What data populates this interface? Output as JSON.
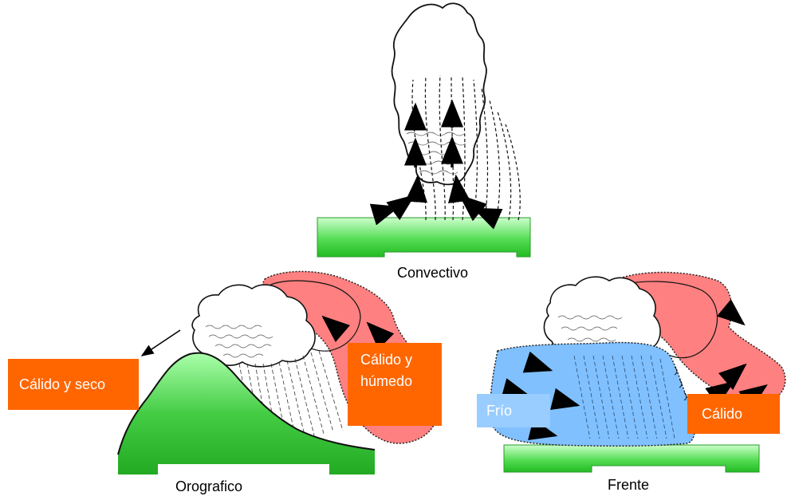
{
  "labels": {
    "convective": "Convectivo",
    "orographic": "Orografico",
    "front": "Frente",
    "warm_dry": "Cálido y seco",
    "warm_humid_line1": "Cálido y",
    "warm_humid_line2": "húmedo",
    "cold": "Frío",
    "warm": "Cálido"
  },
  "colors": {
    "ground_green": "#33cc33",
    "ground_light": "#ccffcc",
    "warm_pink": "#ff8080",
    "cold_blue": "#80c0ff",
    "tag_orange": "#ff6600",
    "tag_blue": "#99ccff"
  }
}
